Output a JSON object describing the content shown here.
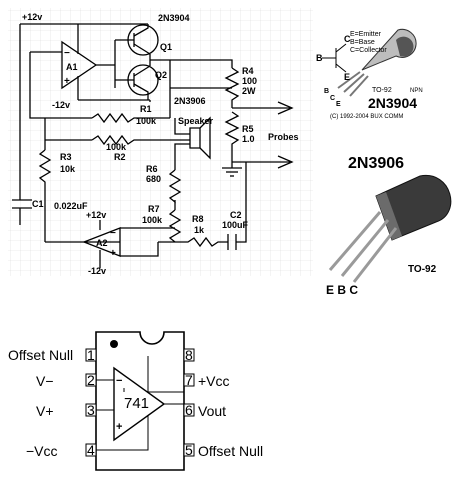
{
  "colors": {
    "grid": "#d9d9d9",
    "ink": "#000000",
    "pkg_body": "#3a3a3a",
    "pkg_leads": "#9a9a9a"
  },
  "schematic": {
    "supply_pos": "+12v",
    "supply_neg": "-12v",
    "op_amp_1": "A1",
    "op_amp_2": "A2",
    "a2_pos": "+12v",
    "a2_neg": "-12v",
    "q1_part": "2N3904",
    "q1_ref": "Q1",
    "q2_ref": "Q2",
    "q2_part": "2N3906",
    "r1": {
      "ref": "R1",
      "value": "100k"
    },
    "r2": {
      "ref": "R2",
      "value": "100k"
    },
    "r3": {
      "ref": "R3",
      "value": "10k"
    },
    "r4": {
      "ref": "R4",
      "value": "100",
      "power": "2W"
    },
    "r5": {
      "ref": "R5",
      "value": "1.0"
    },
    "r6": {
      "ref": "R6",
      "value": "680"
    },
    "r7": {
      "ref": "R7",
      "value": "100k"
    },
    "r8": {
      "ref": "R8",
      "value": "1k"
    },
    "c1": {
      "ref": "C1",
      "value": "0.022uF"
    },
    "c2": {
      "ref": "C2",
      "value": "100uF"
    },
    "speaker": "Speaker",
    "probes": "Probes"
  },
  "npn_diagram": {
    "legend_e": "E=Emitter",
    "legend_b": "B=Base",
    "legend_c": "C=Collector",
    "pkg": "TO-92",
    "type": "NPN",
    "part": "2N3904",
    "copyright": "(C) 1992-2004 BUX COMM",
    "lead_b": "B",
    "lead_c": "C",
    "lead_e": "E",
    "pin_c": "C",
    "pin_b": "B",
    "pin_e": "E"
  },
  "pnp_diagram": {
    "part": "2N3906",
    "pkg": "TO-92",
    "leads": "E B C"
  },
  "ic741": {
    "name": "741",
    "pins": [
      {
        "num": "1",
        "label": "Offset Null"
      },
      {
        "num": "2",
        "label": "V−"
      },
      {
        "num": "3",
        "label": "V+"
      },
      {
        "num": "4",
        "label": "−Vcc"
      },
      {
        "num": "5",
        "label": "Offset Null"
      },
      {
        "num": "6",
        "label": "Vout"
      },
      {
        "num": "7",
        "label": "+Vcc"
      },
      {
        "num": "8",
        "label": ""
      }
    ],
    "minus_sign": "−",
    "plus_sign": "+"
  }
}
